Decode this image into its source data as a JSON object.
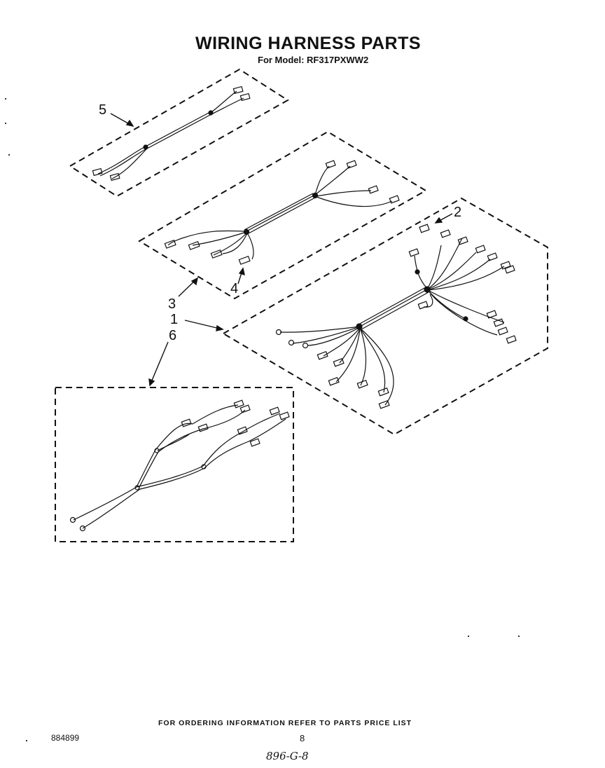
{
  "header": {
    "title": "WIRING HARNESS PARTS",
    "subtitle": "For Model: RF317PXWW2"
  },
  "callouts": [
    "5",
    "2",
    "3",
    "4",
    "1",
    "6"
  ],
  "footer": {
    "ordering_note": "FOR ORDERING INFORMATION REFER TO PARTS PRICE LIST",
    "doc_number": "884899",
    "page_number": "8",
    "handwritten_note": "896-G-8"
  }
}
